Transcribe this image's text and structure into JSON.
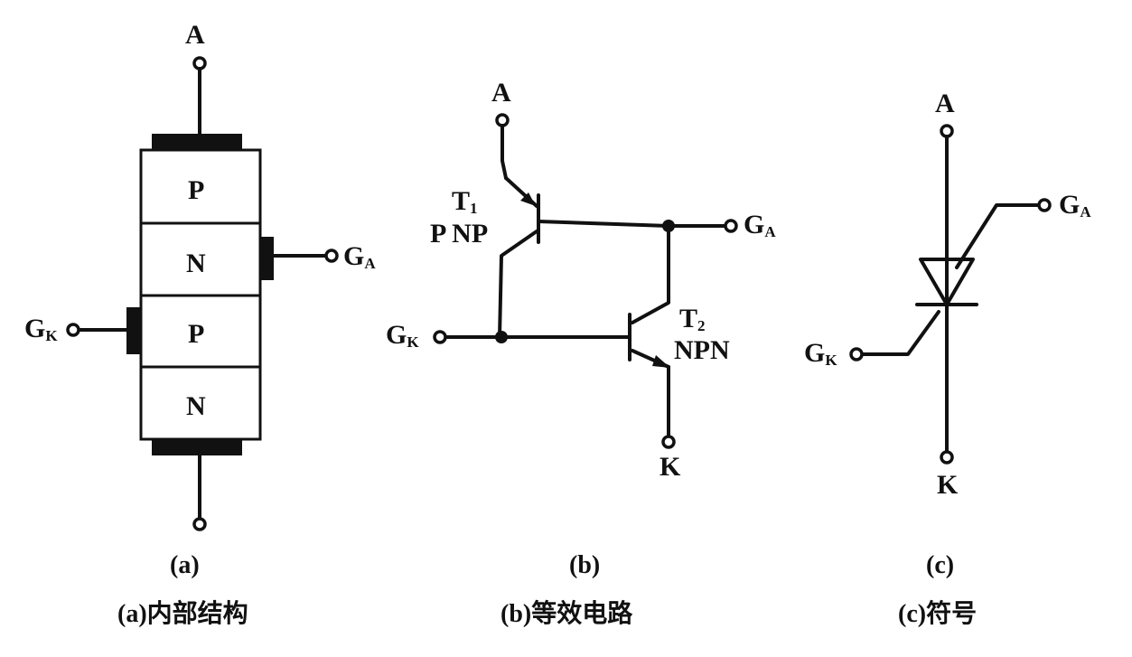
{
  "panel_a": {
    "anode": "A",
    "layers": [
      "P",
      "N",
      "P",
      "N"
    ],
    "gate_anode": {
      "letter": "G",
      "sub": "A"
    },
    "gate_cathode": {
      "letter": "G",
      "sub": "K"
    },
    "tag": "(a)",
    "caption": "(a)内部结构"
  },
  "panel_b": {
    "anode": "A",
    "t1": {
      "letter": "T",
      "sub": "1",
      "type": "P NP"
    },
    "t2": {
      "letter": "T",
      "sub": "2",
      "type": "NPN"
    },
    "gate_anode": {
      "letter": "G",
      "sub": "A"
    },
    "gate_cathode": {
      "letter": "G",
      "sub": "K"
    },
    "cathode": "K",
    "tag": "(b)",
    "caption": "(b)等效电路"
  },
  "panel_c": {
    "anode": "A",
    "gate_anode": {
      "letter": "G",
      "sub": "A"
    },
    "gate_cathode": {
      "letter": "G",
      "sub": "K"
    },
    "cathode": "K",
    "tag": "(c)",
    "caption": "(c)符号"
  }
}
